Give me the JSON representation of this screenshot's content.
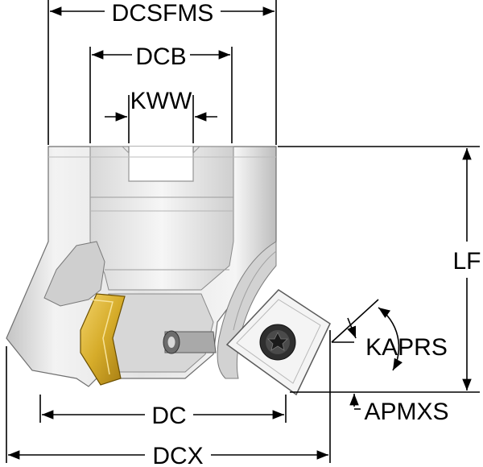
{
  "labels": {
    "dcsfms": "DCSFMS",
    "dcb": "DCB",
    "kww": "KWW",
    "lf": "LF",
    "kaprs": "KAPRS",
    "apmxs": "APMXS",
    "dc": "DC",
    "dcx": "DCX"
  },
  "colors": {
    "body_light": "#e9e9e9",
    "body_mid": "#c9c9c9",
    "body_dark": "#8f8f8f",
    "insert_gold": "#d6ac2a",
    "insert_silver": "#f1f1f1",
    "line": "#000000"
  }
}
